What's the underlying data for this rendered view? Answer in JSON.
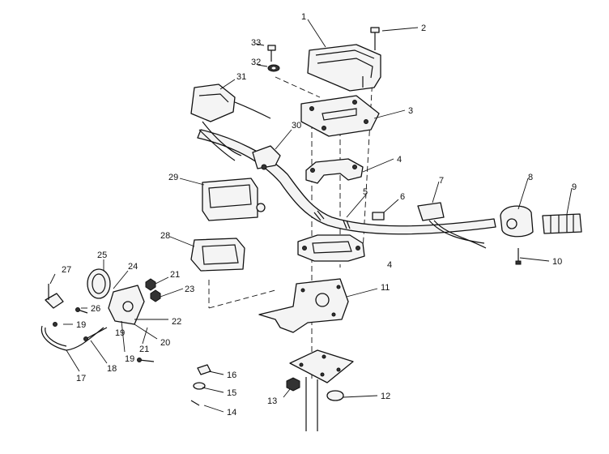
{
  "callouts": {
    "c1": "1",
    "c2": "2",
    "c3": "3",
    "c4a": "4",
    "c4b": "4",
    "c5": "5",
    "c6": "6",
    "c7": "7",
    "c8": "8",
    "c9": "9",
    "c10": "10",
    "c11": "11",
    "c12": "12",
    "c13": "13",
    "c14": "14",
    "c15": "15",
    "c16": "16",
    "c17": "17",
    "c18": "18",
    "c19a": "19",
    "c19b": "19",
    "c19c": "19",
    "c20": "20",
    "c21a": "21",
    "c21b": "21",
    "c22": "22",
    "c23": "23",
    "c24": "24",
    "c25": "25",
    "c26": "26",
    "c27": "27",
    "c28": "28",
    "c29": "29",
    "c30": "30",
    "c31": "31",
    "c32": "32",
    "c33": "33"
  }
}
